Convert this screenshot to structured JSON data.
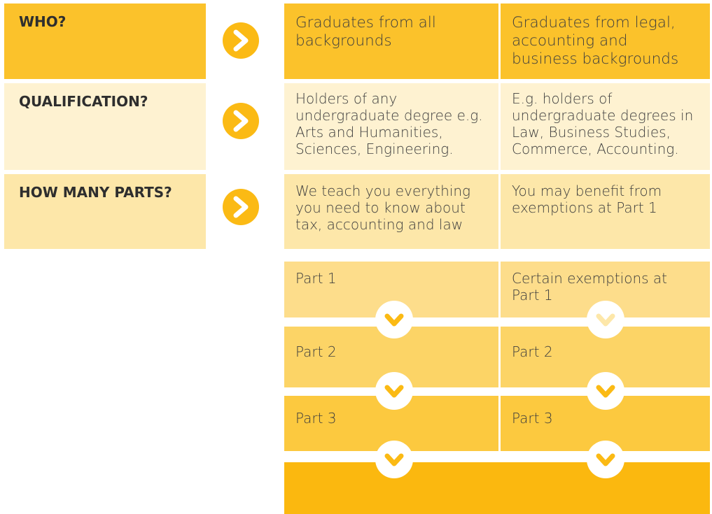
{
  "rows": [
    {
      "label": "WHO?",
      "col1": "Graduates from all backgrounds",
      "col2": "Graduates from legal, accounting and business backgrounds"
    },
    {
      "label": "QUALIFICATION?",
      "col1": "Holders of any undergraduate degree e.g. Arts and Humanities, Sciences, Engineering.",
      "col2": "E.g. holders of undergraduate degrees in Law, Business Studies, Commerce, Accounting."
    },
    {
      "label": "HOW MANY PARTS?",
      "col1": "We teach you everything you need to know about tax, accounting and law",
      "col2": "You may benefit from exemptions at Part 1"
    }
  ],
  "stages": [
    {
      "col1": "Part 1",
      "col2": "Certain exemptions at Part 1"
    },
    {
      "col1": "Part 2",
      "col2": "Part 2"
    },
    {
      "col1": "Part 3",
      "col2": "Part 3"
    }
  ],
  "icons": {
    "right": "chevron-right-icon",
    "down": "chevron-down-icon"
  },
  "colors": {
    "accent": "#fbba14",
    "row_who": "#fbc22b",
    "row_qualification": "#fef2d1",
    "row_parts": "#fde7a9",
    "final_block": "#fbb80f"
  }
}
